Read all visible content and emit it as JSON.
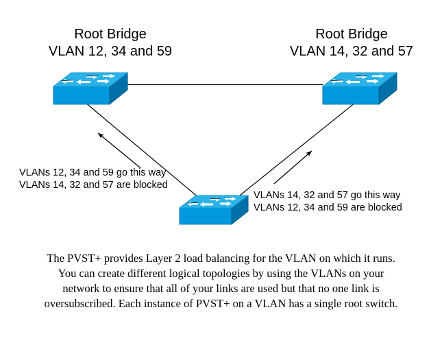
{
  "diagram": {
    "title_type": "pvst-load-balancing-topology",
    "colors": {
      "switch_top": "#2BB3E8",
      "switch_front": "#0099DD",
      "switch_side": "#0070A8",
      "switch_outline": "#004A70",
      "arrow_glyph": "#FFFFFF",
      "line": "#000000",
      "background": "#FFFFFF",
      "text": "#000000"
    },
    "devices": [
      {
        "id": "left-switch",
        "icon": "network-switch-icon",
        "label": {
          "line1": "Root Bridge",
          "line2": "VLAN 12, 34 and 59"
        }
      },
      {
        "id": "right-switch",
        "icon": "network-switch-icon",
        "label": {
          "line1": "Root Bridge",
          "line2": "VLAN 14, 32 and 57"
        }
      },
      {
        "id": "center-switch",
        "icon": "network-switch-icon",
        "label": {
          "line1": "",
          "line2": ""
        }
      }
    ],
    "links": [
      {
        "id": "link-left-right",
        "from": "left-switch",
        "to": "right-switch",
        "style": "solid"
      },
      {
        "id": "link-left-center",
        "from": "left-switch",
        "to": "center-switch",
        "style": "solid"
      },
      {
        "id": "link-right-center",
        "from": "right-switch",
        "to": "center-switch",
        "style": "solid"
      }
    ],
    "annotations": [
      {
        "id": "left-annotation",
        "arrow": "arrow-up-left-icon",
        "line1": "VLANs 12, 34 and 59 go this way",
        "line2": "VLANs 14, 32 and 57 are blocked"
      },
      {
        "id": "right-annotation",
        "arrow": "arrow-up-right-icon",
        "line1": "VLANs 14, 32 and 57 go this way",
        "line2": "VLANs 12, 34 and 59 are blocked"
      }
    ],
    "caption": {
      "line1": "The PVST+ provides Layer 2 load balancing for the VLAN on which it runs.",
      "line2": "You can create different logical topologies by using the VLANs on your",
      "line3": "network to ensure that all of your links are used but that no one link is",
      "line4": "oversubscribed. Each instance of PVST+ on a VLAN has a single root switch."
    }
  }
}
